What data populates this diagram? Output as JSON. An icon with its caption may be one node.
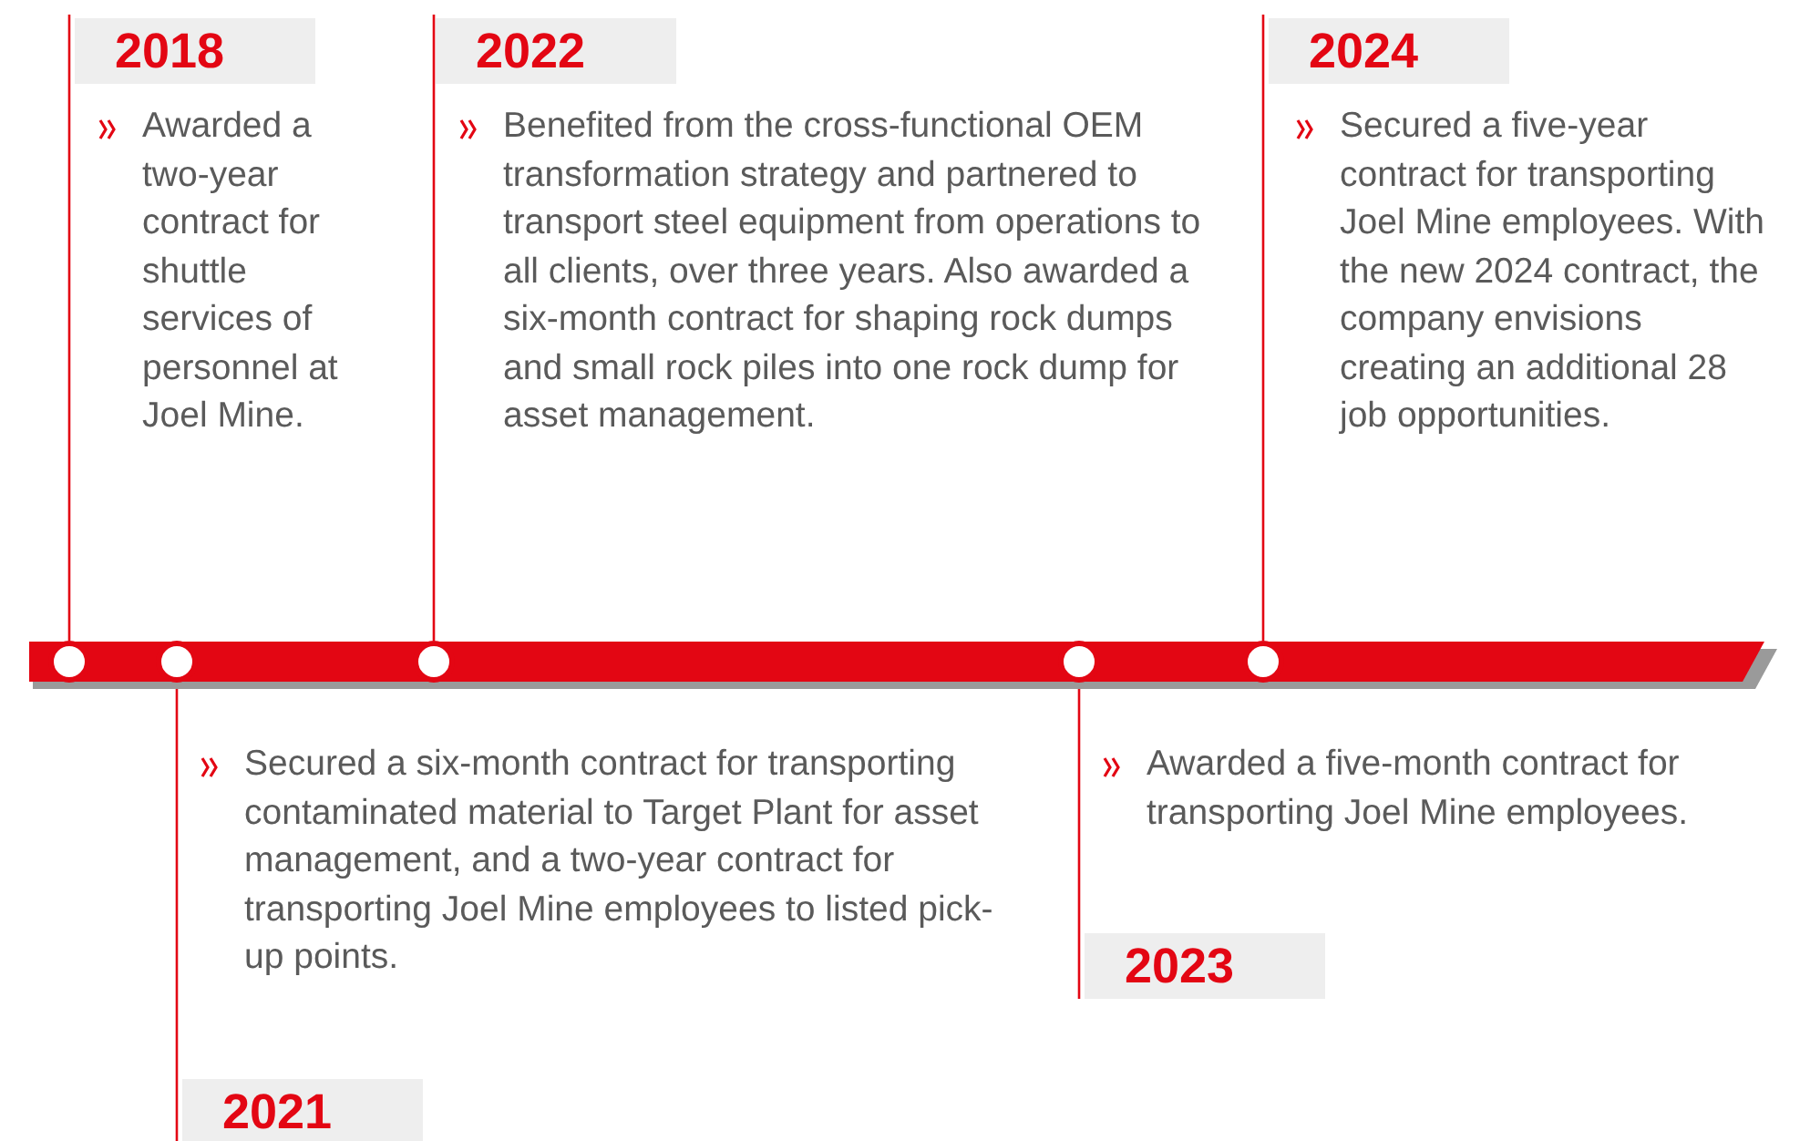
{
  "diagram": {
    "nodes": [
      {
        "text": [
          "2018",
          "Awarded a two-year contract for shuttle services of personnel at Joel Mine."
        ]
      },
      {
        "text": [
          "2022",
          "Benefited from the cross-functional OEM transformation strategy and partnered to transport steel equipment from operations to all clients, over three years. Also awarded a six-month contract for shaping rock dumps and small rock piles into one rock dump for asset management."
        ]
      },
      {
        "text": [
          "2024",
          "Secured a five-year contract for transporting Joel Mine employees. With the new 2024 contract, the company envisions creating an additional 28 job opportunities."
        ]
      },
      {
        "text": [
          "Secured a six-month contract for transporting contaminated material to Target Plant for asset management, and a two-year contract for transporting Joel Mine employees to listed pick-up points.",
          "2021"
        ]
      },
      {
        "text": [
          "Awarded a five-month contract for transporting Joel Mine employees.",
          "2023"
        ]
      },
      {
        "text": [],
        "shape": "bar"
      },
      {
        "text": [],
        "shape": "circle",
        "in": 5
      },
      {
        "text": [],
        "shape": "circle",
        "in": 5
      },
      {
        "text": [],
        "shape": "circle",
        "in": 5
      },
      {
        "text": [],
        "shape": "circle",
        "in": 5
      },
      {
        "text": [],
        "shape": "circle",
        "in": 5
      }
    ],
    "edges": [
      {
        "from": 6,
        "to": 0,
        "arrow": "none"
      },
      {
        "from": 7,
        "to": 3,
        "arrow": "none"
      },
      {
        "from": 8,
        "to": 1,
        "arrow": "none"
      },
      {
        "from": 9,
        "to": 4,
        "arrow": "none"
      },
      {
        "from": 10,
        "to": 2,
        "arrow": "none"
      }
    ]
  }
}
